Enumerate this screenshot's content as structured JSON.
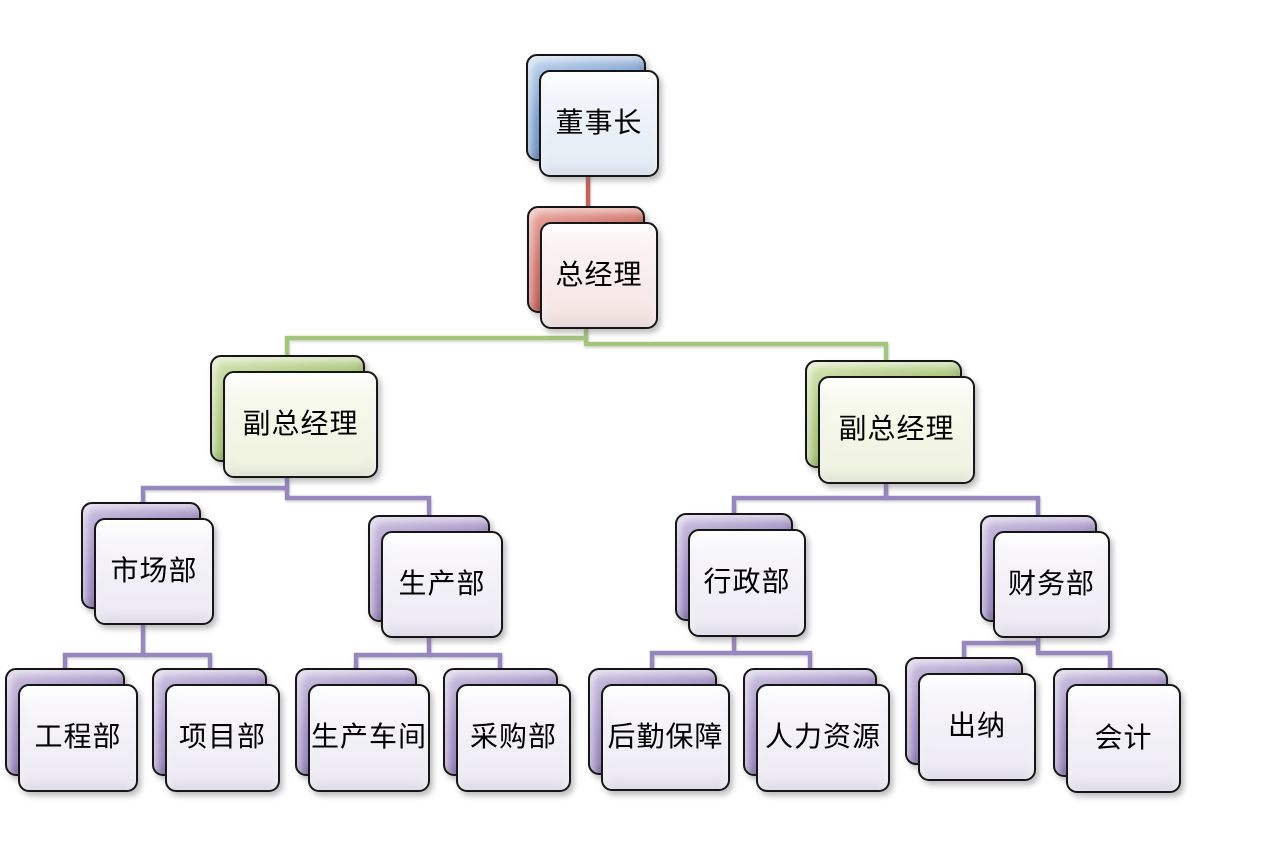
{
  "diagram": {
    "type": "org-chart",
    "background": "#ffffff"
  },
  "theme_colors": {
    "blue": "#7fa2cf",
    "red": "#cd6f67",
    "green": "#adc87e",
    "purple": "#a392c6"
  },
  "connector_colors": {
    "red": "#c4625c",
    "green": "#a4c57c",
    "purple": "#9688bf"
  },
  "nodes": [
    {
      "id": "chairman",
      "label": "董事长",
      "theme": "blue",
      "level": 1
    },
    {
      "id": "gm",
      "label": "总经理",
      "theme": "red",
      "level": 2
    },
    {
      "id": "vgm-left",
      "label": "副总经理",
      "theme": "green",
      "level": 3
    },
    {
      "id": "vgm-right",
      "label": "副总经理",
      "theme": "green",
      "level": 3
    },
    {
      "id": "marketing",
      "label": "市场部",
      "theme": "purple",
      "level": 4
    },
    {
      "id": "production",
      "label": "生产部",
      "theme": "purple",
      "level": 4
    },
    {
      "id": "admin",
      "label": "行政部",
      "theme": "purple",
      "level": 4
    },
    {
      "id": "finance",
      "label": "财务部",
      "theme": "purple",
      "level": 4
    },
    {
      "id": "engineering",
      "label": "工程部",
      "theme": "purple",
      "level": 5
    },
    {
      "id": "project",
      "label": "项目部",
      "theme": "purple",
      "level": 5
    },
    {
      "id": "workshop",
      "label": "生产车间",
      "theme": "purple",
      "level": 5
    },
    {
      "id": "purchasing",
      "label": "采购部",
      "theme": "purple",
      "level": 5
    },
    {
      "id": "logistics",
      "label": "后勤保障",
      "theme": "purple",
      "level": 5
    },
    {
      "id": "hr",
      "label": "人力资源",
      "theme": "purple",
      "level": 5
    },
    {
      "id": "cashier",
      "label": "出纳",
      "theme": "purple",
      "level": 5
    },
    {
      "id": "accounting",
      "label": "会计",
      "theme": "purple",
      "level": 5
    }
  ],
  "edges": [
    [
      "chairman",
      "gm"
    ],
    [
      "gm",
      "vgm-left"
    ],
    [
      "gm",
      "vgm-right"
    ],
    [
      "vgm-left",
      "marketing"
    ],
    [
      "vgm-left",
      "production"
    ],
    [
      "vgm-right",
      "admin"
    ],
    [
      "vgm-right",
      "finance"
    ],
    [
      "marketing",
      "engineering"
    ],
    [
      "marketing",
      "project"
    ],
    [
      "production",
      "workshop"
    ],
    [
      "production",
      "purchasing"
    ],
    [
      "admin",
      "logistics"
    ],
    [
      "admin",
      "hr"
    ],
    [
      "finance",
      "cashier"
    ],
    [
      "finance",
      "accounting"
    ]
  ]
}
